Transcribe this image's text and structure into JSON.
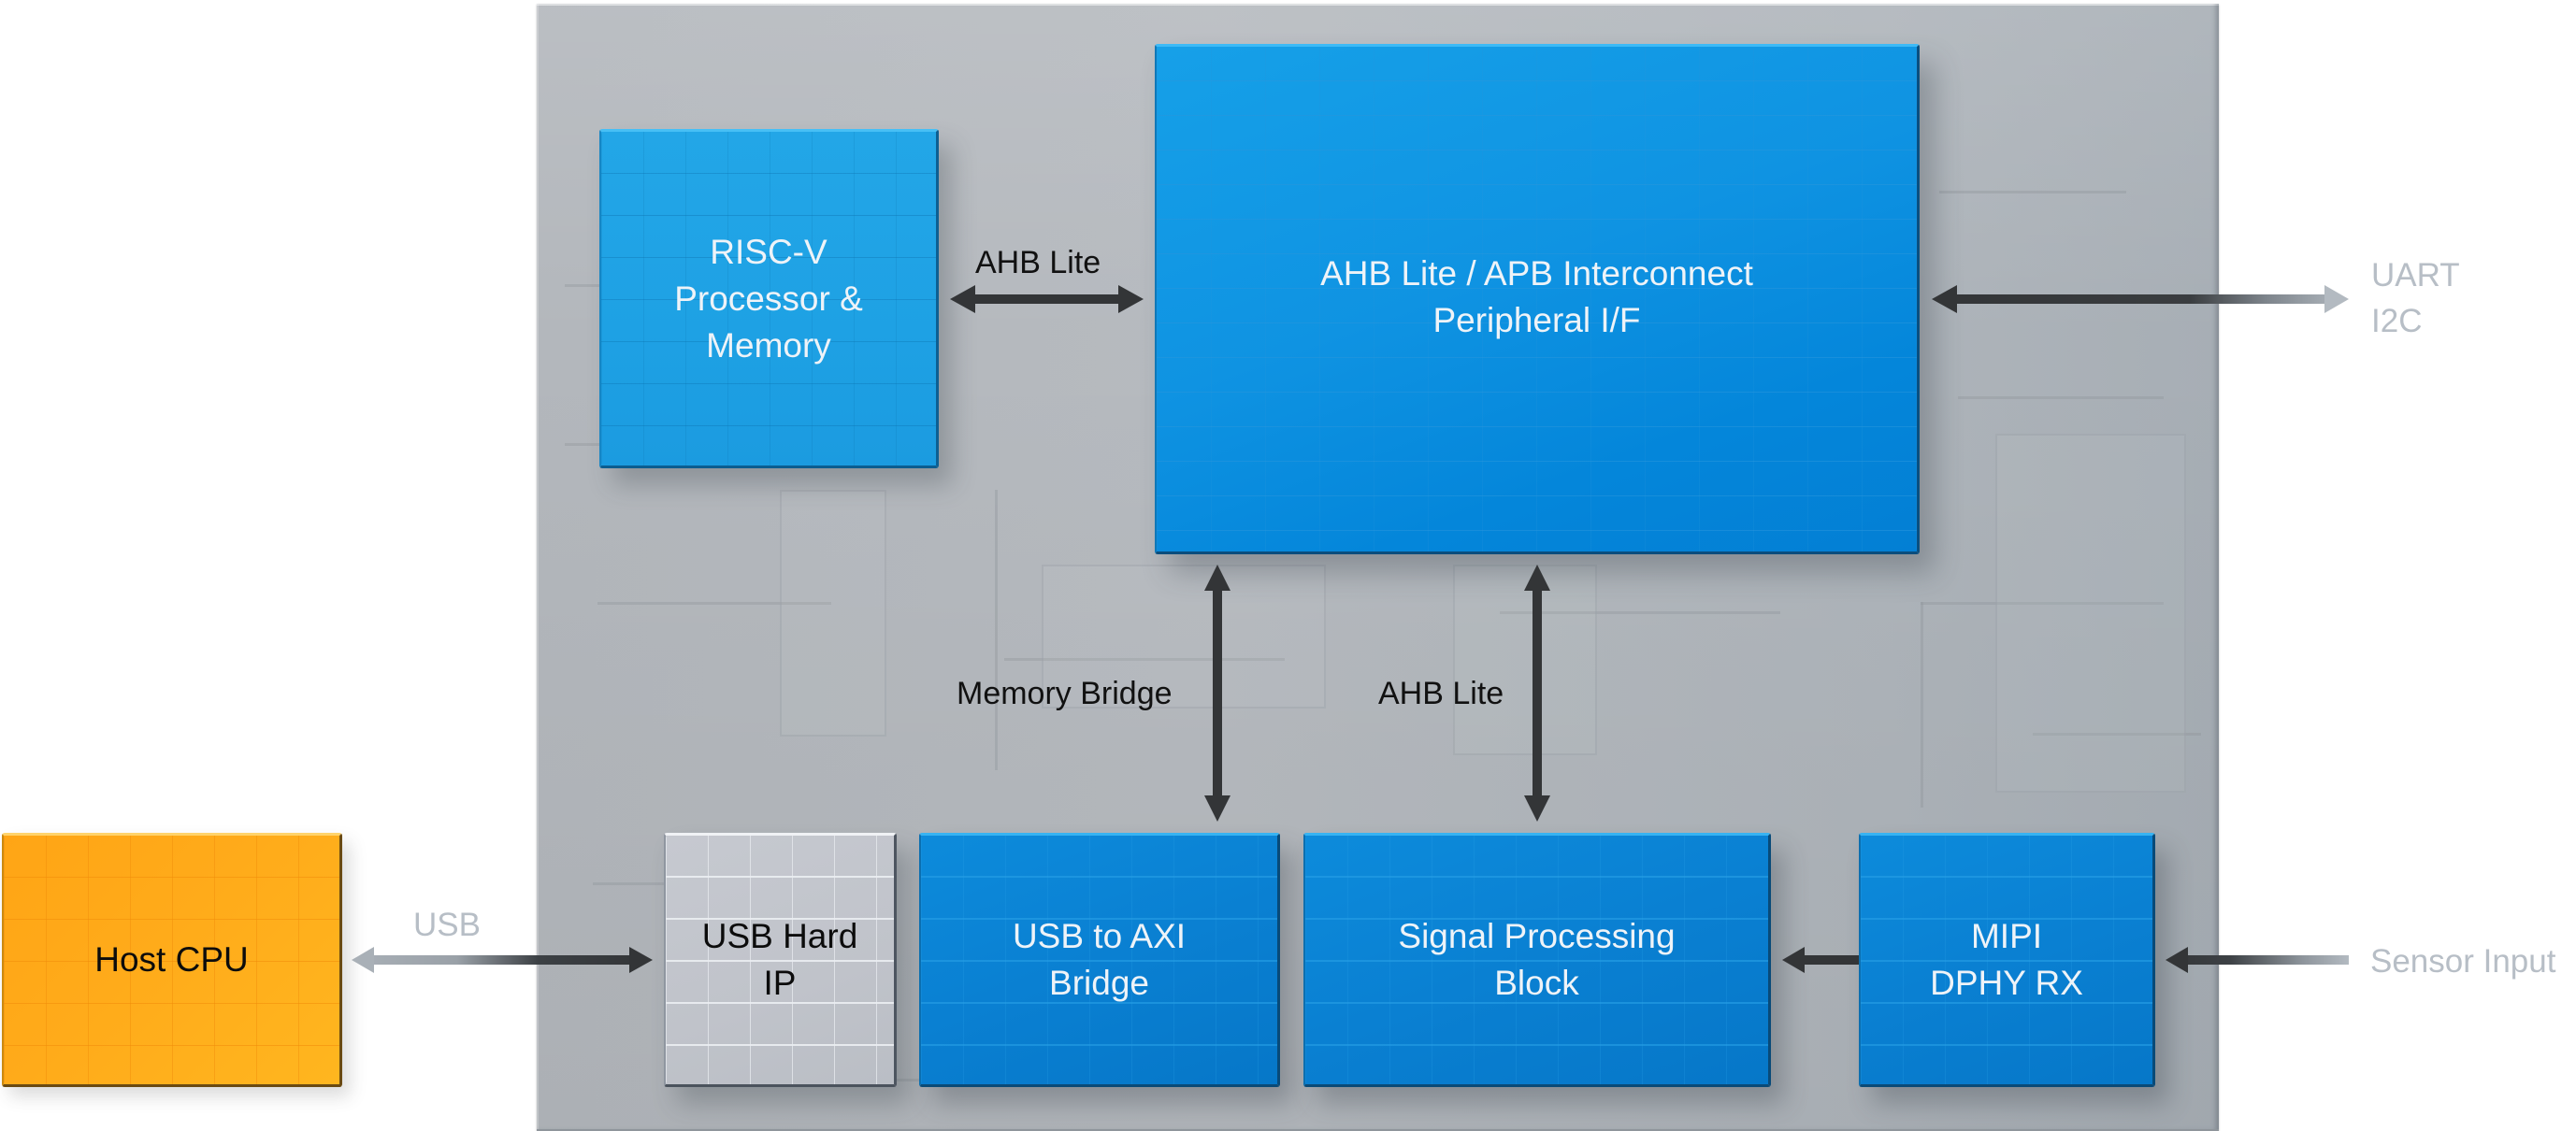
{
  "diagram": {
    "blocks": {
      "risc_v": {
        "label": "RISC-V\nProcessor &\nMemory",
        "color": "#22a5e6"
      },
      "interconnect": {
        "label": "AHB Lite / APB Interconnect\nPeripheral I/F",
        "color": "#0f93e2"
      },
      "host_cpu": {
        "label": "Host CPU",
        "color": "#ffab1a"
      },
      "usb_hard_ip": {
        "label": "USB Hard\nIP",
        "color": "#c2c5cc"
      },
      "usb_to_axi": {
        "label": "USB to AXI\nBridge",
        "color": "#0a80d2"
      },
      "signal_processing": {
        "label": "Signal Processing\nBlock",
        "color": "#0a80d2"
      },
      "mipi": {
        "label": "MIPI\nDPHY RX",
        "color": "#0a80d2"
      }
    },
    "connections": {
      "riscv_interconnect": {
        "label": "AHB Lite",
        "direction": "bidirectional"
      },
      "memory_bridge": {
        "label": "Memory Bridge",
        "direction": "bidirectional"
      },
      "ahb_lite_signal": {
        "label": "AHB Lite",
        "direction": "bidirectional"
      },
      "usb": {
        "label": "USB",
        "direction": "bidirectional"
      },
      "uart_i2c": {
        "label": "UART\nI2C",
        "direction": "bidirectional"
      },
      "sensor_input": {
        "label": "Sensor Input",
        "direction": "inbound"
      },
      "mipi_to_signal": {
        "label": "",
        "direction": "mipi-to-signal-processing"
      }
    },
    "colors": {
      "panel": "#b4b8bd",
      "arrow_dark": "#333537",
      "arrow_light": "#aab1b8",
      "external_label": "#b7bec6"
    }
  }
}
